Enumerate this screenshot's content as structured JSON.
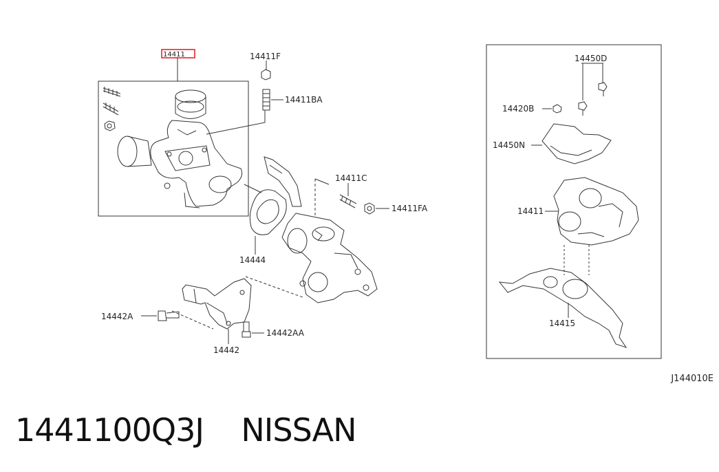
{
  "labels": {
    "part_14411_highlight": "14411",
    "part_14411F": "14411F",
    "part_14411BA": "14411BA",
    "part_14411C": "14411C",
    "part_14411FA": "14411FA",
    "part_14444": "14444",
    "part_14442A": "14442A",
    "part_14442AA": "14442AA",
    "part_14442": "14442",
    "part_14450D": "14450D",
    "part_14420B": "14420B",
    "part_14450N": "14450N",
    "part_14411_inset": "14411",
    "part_14415": "14415"
  },
  "diagram_code": "J144010E",
  "caption": "1441100Q3J    NISSAN",
  "colors": {
    "highlight": "#e8141b",
    "line": "#333333"
  }
}
